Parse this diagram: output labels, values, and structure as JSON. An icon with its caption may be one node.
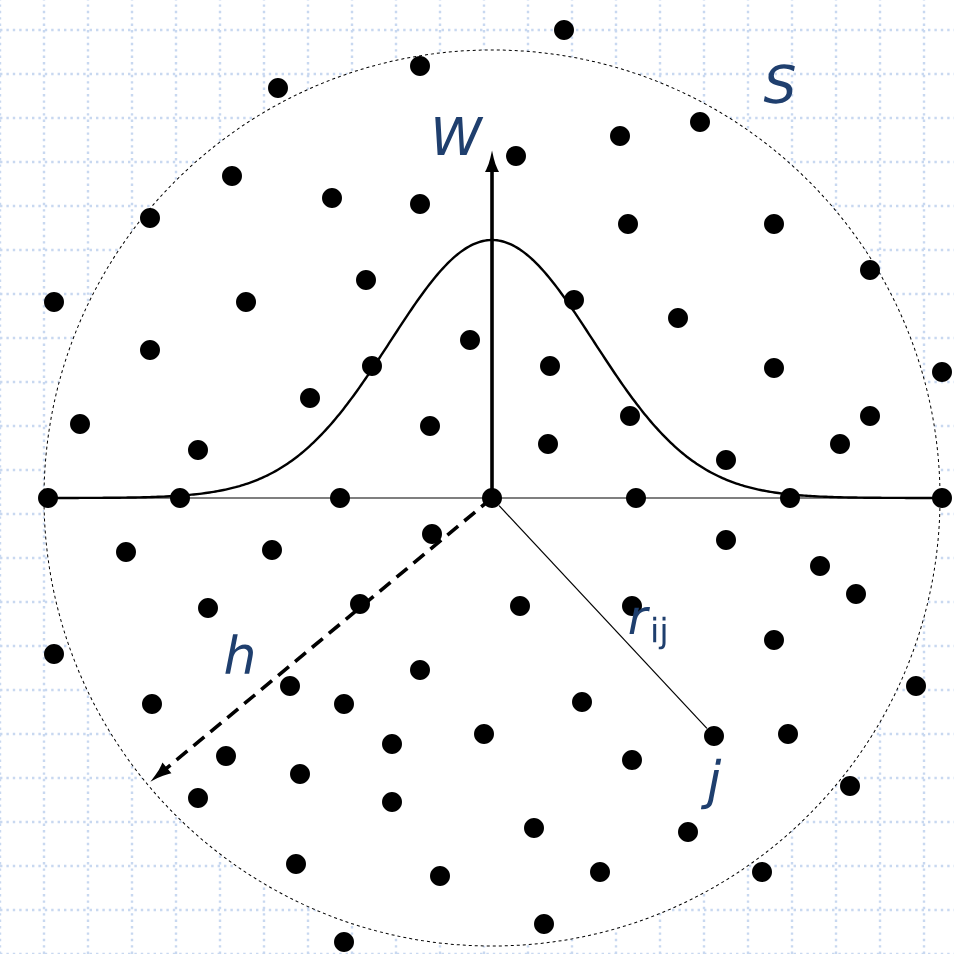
{
  "diagram": {
    "nodes": [
      {
        "text": [],
        "shape": "circle"
      },
      {
        "text": [],
        "shape": "circle"
      },
      {
        "text": [],
        "shape": "circle"
      },
      {
        "text": [],
        "shape": "circle"
      },
      {
        "text": [],
        "shape": "circle"
      },
      {
        "text": [],
        "shape": "circle"
      },
      {
        "text": [],
        "shape": "circle"
      },
      {
        "text": [],
        "shape": "circle"
      },
      {
        "text": [],
        "shape": "circle"
      },
      {
        "text": [],
        "shape": "circle"
      },
      {
        "text": [],
        "shape": "circle"
      },
      {
        "text": [],
        "shape": "circle"
      },
      {
        "text": [],
        "shape": "circle"
      },
      {
        "text": [],
        "shape": "circle"
      },
      {
        "text": [],
        "shape": "circle"
      },
      {
        "text": [],
        "shape": "circle"
      },
      {
        "text": [],
        "shape": "circle"
      },
      {
        "text": [],
        "shape": "circle"
      },
      {
        "text": [],
        "shape": "circle"
      },
      {
        "text": [],
        "shape": "circle"
      },
      {
        "text": [],
        "shape": "circle"
      },
      {
        "text": [],
        "shape": "circle"
      },
      {
        "text": [],
        "shape": "circle"
      },
      {
        "text": [],
        "shape": "circle"
      },
      {
        "text": [],
        "shape": "circle"
      },
      {
        "text": [],
        "shape": "circle"
      },
      {
        "text": [],
        "shape": "circle"
      },
      {
        "text": [],
        "shape": "circle"
      },
      {
        "text": [],
        "shape": "circle"
      },
      {
        "text": [],
        "shape": "circle"
      },
      {
        "text": [],
        "shape": "circle"
      },
      {
        "text": [],
        "shape": "circle"
      },
      {
        "text": [],
        "shape": "circle"
      },
      {
        "text": [],
        "shape": "circle"
      },
      {
        "text": [],
        "shape": "circle"
      },
      {
        "text": [],
        "shape": "circle"
      },
      {
        "text": [],
        "shape": "circle"
      },
      {
        "text": [],
        "shape": "circle"
      },
      {
        "text": [],
        "shape": "circle"
      },
      {
        "text": [],
        "shape": "circle"
      },
      {
        "text": [],
        "shape": "circle"
      },
      {
        "text": [],
        "shape": "circle"
      },
      {
        "text": [],
        "shape": "circle"
      },
      {
        "text": [],
        "shape": "circle"
      },
      {
        "text": [],
        "shape": "circle"
      },
      {
        "text": [],
        "shape": "circle"
      },
      {
        "text": [],
        "shape": "circle"
      },
      {
        "text": [],
        "shape": "circle"
      },
      {
        "text": [],
        "shape": "circle"
      },
      {
        "text": [],
        "shape": "circle"
      },
      {
        "text": [],
        "shape": "circle"
      },
      {
        "text": [],
        "shape": "circle"
      },
      {
        "text": [],
        "shape": "circle"
      },
      {
        "text": [],
        "shape": "circle"
      },
      {
        "text": [],
        "shape": "circle"
      },
      {
        "text": [],
        "shape": "circle"
      },
      {
        "text": [],
        "shape": "circle"
      },
      {
        "text": [],
        "shape": "circle"
      },
      {
        "text": [],
        "shape": "circle"
      },
      {
        "text": [],
        "shape": "circle"
      },
      {
        "text": [],
        "shape": "circle",
        "beside": [
          "j"
        ]
      },
      {
        "text": [],
        "shape": "circle"
      },
      {
        "text": [],
        "shape": "circle"
      },
      {
        "text": [],
        "shape": "circle"
      },
      {
        "text": [],
        "shape": "circle"
      },
      {
        "text": [],
        "shape": "circle"
      },
      {
        "text": [],
        "shape": "circle"
      },
      {
        "text": [],
        "shape": "circle"
      },
      {
        "text": [],
        "shape": "circle"
      },
      {
        "text": [],
        "shape": "circle"
      },
      {
        "text": [],
        "shape": "circle"
      },
      {
        "text": [],
        "shape": "circle"
      },
      {
        "text": [],
        "shape": "circle"
      },
      {
        "text": [],
        "shape": "circle"
      },
      {
        "text": [],
        "shape": "circle"
      },
      {
        "text": [],
        "shape": "circle"
      }
    ],
    "edges": [
      {
        "from": 36,
        "to": 60,
        "arrow": "none",
        "label": "*r*$_{ij}$"
      }
    ],
    "labels": [
      "S",
      "W",
      "h"
    ]
  }
}
